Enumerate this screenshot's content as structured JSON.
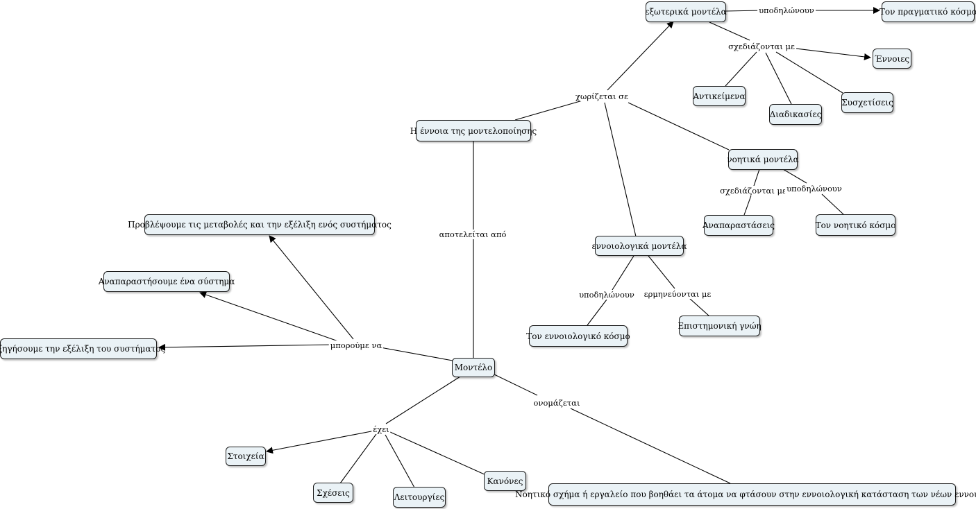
{
  "concepts": {
    "montelo": "Μοντέλο",
    "ennoia_montelopoiisis": "Η έννοια της μοντελοποίησης",
    "exoterika": "εξωτερικά μοντέλα",
    "pragmatiko_kosmo": "Τον πραγματικό κόσμο",
    "ennoies": "Έννοιες",
    "antikeimena": "Αντικείμενα",
    "diadikasies": "Διαδικασίες",
    "sysxetiseis": "Συσχετίσεις",
    "noitika": "νοητικά μοντέλα",
    "anaparastaseis": "Αναπαραστάσεις",
    "noitiko_kosmo": "Τον νοητικό κόσμο",
    "ennoiologika": "εννοιολογικά μοντέλα",
    "ennoiologiko_kosmo": "Τον εννοιολογικό κόσμο",
    "epistimoniki_gnosi": "Επιστημονική γνώη",
    "provlepsoume": "Προβλέψουμε τις μεταβολές και την εξέλιξη ενός συστήματος",
    "anaparastisoume": "Αναπαραστήσουμε ένα σύστημα",
    "exigisoume": "Εξηγήσουμε την εξέλιξη του συστήματος",
    "stoixeia": "Στοιχεία",
    "sxeseis": "Σχέσεις",
    "leitourgies": "Λειτουργίες",
    "kanones": "Κανόνες",
    "noitiko_sxima": "Νοητικό σχήμα ή εργαλείο που βοηθάει τα άτομα να φτάσουν στην εννοιολογική κατάσταση των νέων εννοιών"
  },
  "links": {
    "apoteleitai_apo": "αποτελείται από",
    "xorizetai_se": "χωρίζεται σε",
    "ypodilonoun_ext": "υποδηλώνουν",
    "sxediazontai_me_ext": "σχεδιάζονται με",
    "sxediazontai_me_noit": "σχεδιάζονται με",
    "ypodilonoun_noit": "υποδηλώνουν",
    "ypodilonoun_enn": "υποδηλώνουν",
    "ermineyontai_me": "ερμηνεύονται με",
    "mporoume_na": "μπορούμε να",
    "exei": "έχει",
    "onomazetai": "ονομάζεται"
  }
}
